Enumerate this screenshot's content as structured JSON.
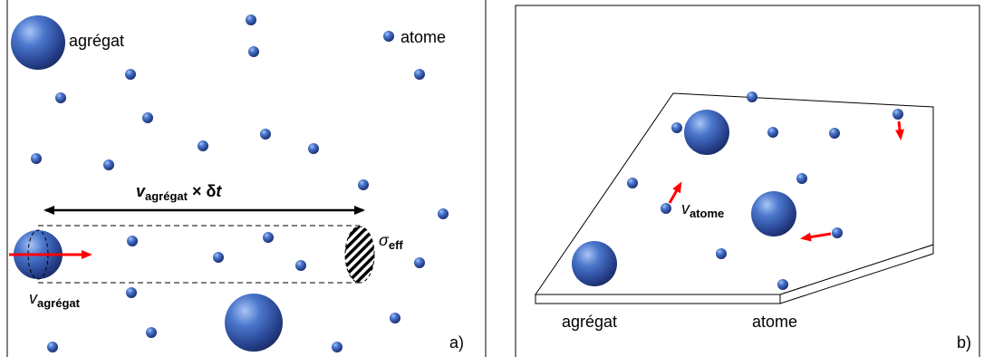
{
  "panel_a": {
    "legend_cluster": "agrégat",
    "legend_atom": "atome",
    "distance_v": "v",
    "distance_sub": "agrégat",
    "distance_times": " × ",
    "distance_delta": "δ",
    "distance_t": "t",
    "sigma": "σ",
    "sigma_sub": "eff",
    "velocity_v": "v",
    "velocity_sub": "agrégat",
    "panel_label": "a)"
  },
  "panel_b": {
    "atom_velocity_v": "v",
    "atom_velocity_sub": "atome",
    "bottom_label_cluster": "agrégat",
    "bottom_label_atom": "atome",
    "panel_label": "b)"
  },
  "colors": {
    "sphere_light": "#8fb2ee",
    "sphere_mid": "#3a63b8",
    "sphere_dark": "#1b2f6e",
    "arrow_red": "#ff0000"
  }
}
